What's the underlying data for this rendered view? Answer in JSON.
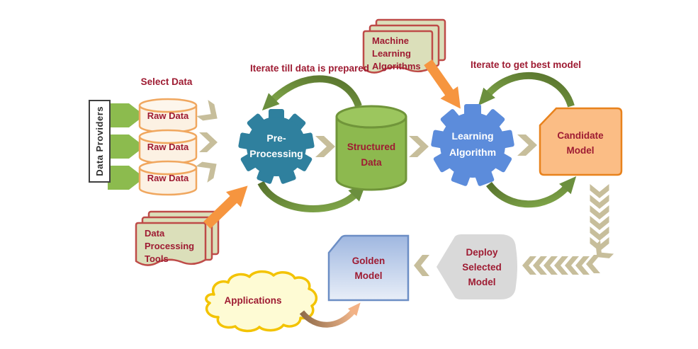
{
  "diagram": {
    "labels": {
      "data_providers": "Data Providers",
      "select_data": "Select Data",
      "raw_data_1": "Raw Data",
      "raw_data_2": "Raw Data",
      "raw_data_3": "Raw Data",
      "iterate_data": "Iterate till data is prepared",
      "iterate_model": "Iterate to get best model",
      "pre_processing": {
        "line1": "Pre-",
        "line2": "Processing"
      },
      "structured_data": {
        "line1": "Structured",
        "line2": "Data"
      },
      "learning_algorithm": {
        "line1": "Learning",
        "line2": "Algorithm"
      },
      "candidate_model": {
        "line1": "Candidate",
        "line2": "Model"
      },
      "ml_algorithms": {
        "line1": "Machine",
        "line2": "Learning",
        "line3": "Algorithms"
      },
      "data_processing_tools": {
        "line1": "Data",
        "line2": "Processing",
        "line3": "Tools"
      },
      "golden_model": {
        "line1": "Golden",
        "line2": "Model"
      },
      "deploy_selected_model": {
        "line1": "Deploy",
        "line2": "Selected",
        "line3": "Model"
      },
      "applications": "Applications"
    },
    "colors": {
      "text_dark_red": "#9E1B32",
      "teal_gear": "#2F809E",
      "blue_gear": "#5C8CDB",
      "green_cylinder_fill": "#8DB94F",
      "green_cylinder_border": "#70953A",
      "green_block_arrow": "#8CBB4E",
      "tan_chevron": "#C7BE9B",
      "orange_arrow": "#F6953F",
      "doc_fill": "#DBDFBA",
      "doc_border": "#BE4B48",
      "raw_cylinder_fill": "#FCF1E3",
      "raw_cylinder_border": "#F0A75F",
      "candidate_fill": "#FBBD85",
      "candidate_border": "#E8821C",
      "golden_fill_top": "#9FB7E0",
      "golden_fill_bottom": "#E8EEF8",
      "golden_border": "#6C8EC5",
      "deploy_fill": "#D9D9D9",
      "cloud_fill": "#FEFBD4",
      "cloud_border": "#F3C300",
      "cycle_arrow_green": "#6B8F3E",
      "cloud_arrow_brown": "#8F6B49",
      "cloud_arrow_peach": "#F5B98E",
      "provider_box_border": "#3F3F3F"
    }
  }
}
